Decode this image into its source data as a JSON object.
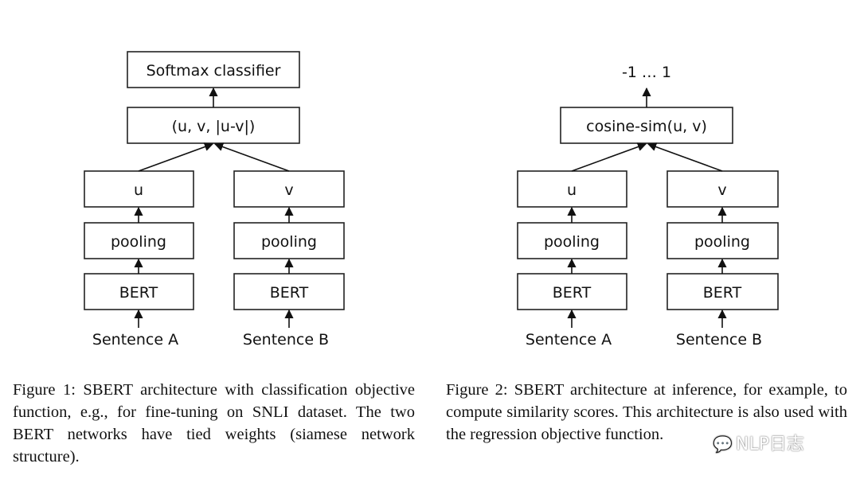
{
  "figure1": {
    "top_box": "Softmax classifier",
    "concat_box": "(u, v, |u-v|)",
    "left": {
      "embedding": "u",
      "pooling": "pooling",
      "encoder": "BERT",
      "input": "Sentence A"
    },
    "right": {
      "embedding": "v",
      "pooling": "pooling",
      "encoder": "BERT",
      "input": "Sentence B"
    },
    "caption": "Figure 1: SBERT architecture with classification objective function, e.g., for fine-tuning on SNLI dataset. The two BERT networks have tied weights (siamese network structure)."
  },
  "figure2": {
    "output_label": "-1 … 1",
    "similarity_box": "cosine-sim(u, v)",
    "left": {
      "embedding": "u",
      "pooling": "pooling",
      "encoder": "BERT",
      "input": "Sentence A"
    },
    "right": {
      "embedding": "v",
      "pooling": "pooling",
      "encoder": "BERT",
      "input": "Sentence B"
    },
    "caption": "Figure 2: SBERT architecture at inference, for example, to compute similarity scores. This architecture is also used with the regression objective function."
  },
  "watermark": {
    "icon": "wechat-icon",
    "text": "NLP日志"
  }
}
